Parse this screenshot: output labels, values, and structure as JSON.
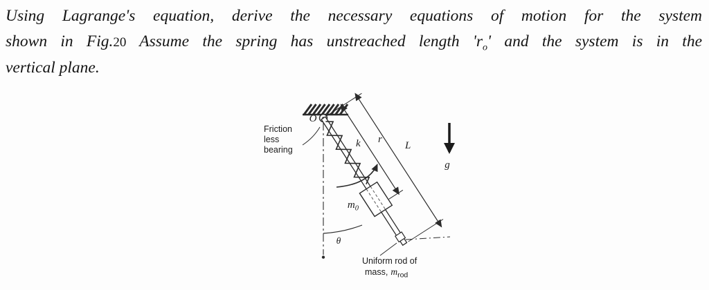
{
  "problem": {
    "line1": "Using Lagrange's equation, derive the necessary equations of motion for the system",
    "line2_pre": "shown in Fig.",
    "fig_number": "20",
    "line2_mid": " Assume the spring has unstreached length 'r",
    "r_subscript": "o",
    "line2_post": "' and the system is in the",
    "line3": "vertical plane."
  },
  "figure": {
    "pivot_label": "O",
    "bearing_line1": "Friction",
    "bearing_line2": "less",
    "bearing_line3": "bearing",
    "spring_label": "k",
    "r_label": "r",
    "L_label": "L",
    "g_label": "g",
    "mass_main": "m",
    "mass_sub": "0",
    "theta_label": "θ",
    "caption_line1": "Uniform rod of",
    "caption_line2_pre": "mass,",
    "caption_line2_m": "m",
    "caption_line2_sub": "rod"
  }
}
